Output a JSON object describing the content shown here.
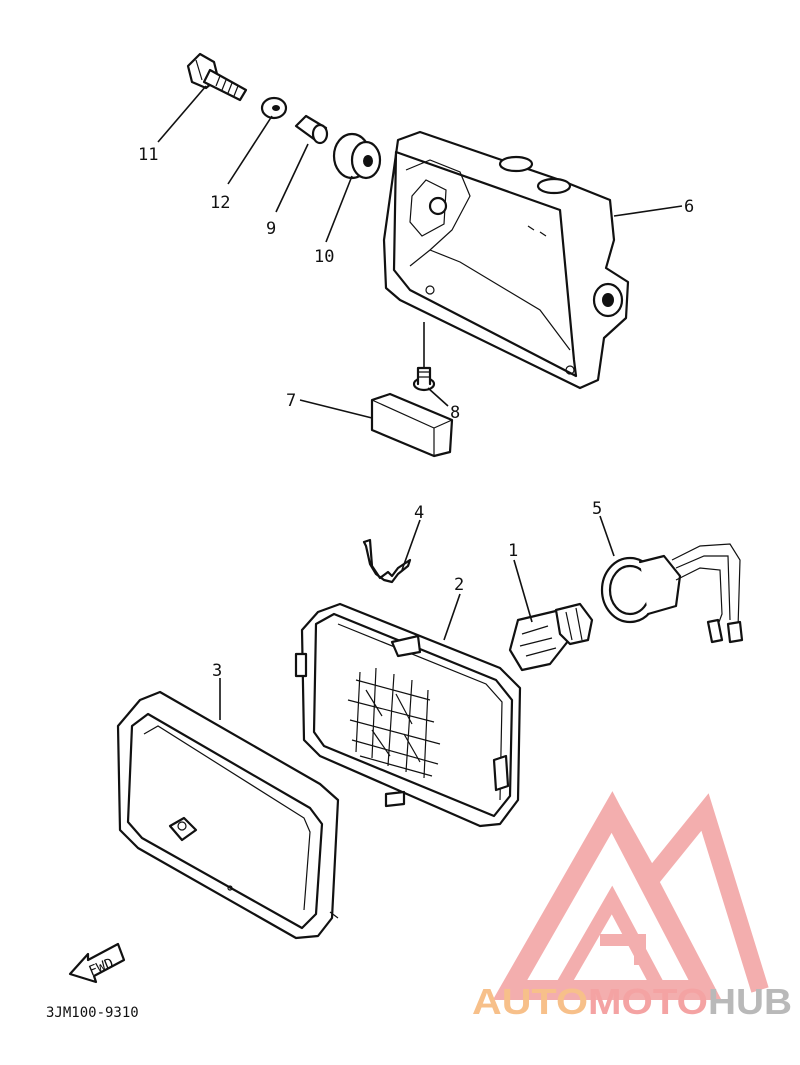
{
  "callouts": [
    "11",
    "12",
    "9",
    "10",
    "6",
    "7",
    "8",
    "4",
    "2",
    "1",
    "5",
    "3"
  ],
  "fwd_label": "FWD",
  "diagram_code": "3JM100-9310",
  "watermark": {
    "part1": "AUTO",
    "part2": "MOTO",
    "part3": "HUB",
    "color1": "#f7c08a",
    "color2": "#f4a3a3",
    "color3": "#b9b9b9"
  }
}
